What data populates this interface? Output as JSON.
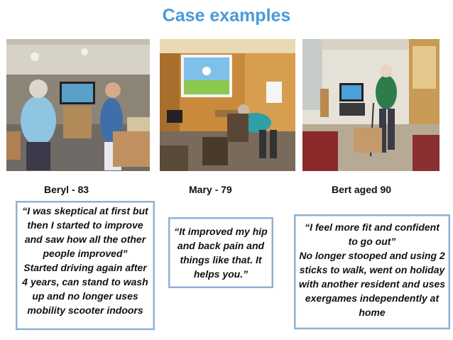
{
  "title": "Case examples",
  "cases": [
    {
      "caption": "Beryl - 83",
      "quote_lines": [
        "“I was skeptical at first but",
        "then I started to improve",
        "and saw how all the other",
        "people improved”",
        "Started driving again after",
        "4 years, can stand to wash",
        "up and no longer uses",
        "mobility scooter indoors"
      ]
    },
    {
      "caption": "Mary - 79",
      "quote_lines": [
        "“It improved my hip",
        "and back pain and",
        "things like that.  It",
        "helps you.”"
      ]
    },
    {
      "caption": "Bert aged 90",
      "quote_lines": [
        "“I feel more fit and confident",
        "to go out”",
        "No longer stooped and using 2",
        "sticks to walk, went on holiday",
        "with another resident and uses",
        "exergames independently at",
        "home"
      ]
    }
  ],
  "colors": {
    "title": "#4a9ad8",
    "box_border": "#8fb0d6"
  }
}
